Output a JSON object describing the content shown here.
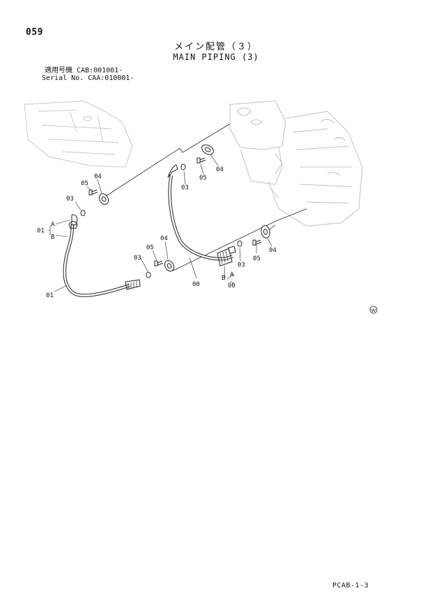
{
  "page": {
    "number": "059",
    "title_jp": "メイン配管（３）",
    "title_en": "MAIN PIPING (3)",
    "serial_jp": "適用号機  CAB:001001-",
    "serial_en": "Serial No. CAA:010001-",
    "footer_code": "PCAB-1-3"
  },
  "callouts": {
    "c01a": "01",
    "c01b": "01",
    "cA1": "A",
    "cB1": "B",
    "c03a": "03",
    "c04a": "04",
    "c05a": "05",
    "c04b": "04",
    "c03b": "03",
    "c05b": "05",
    "c03c": "03",
    "c04c": "04",
    "c05c": "05",
    "c00a": "00",
    "c00b": "00",
    "cB2": "B",
    "cA2": "A",
    "c03d": "03",
    "c04d": "04",
    "c05d": "05",
    "mark": "W"
  }
}
